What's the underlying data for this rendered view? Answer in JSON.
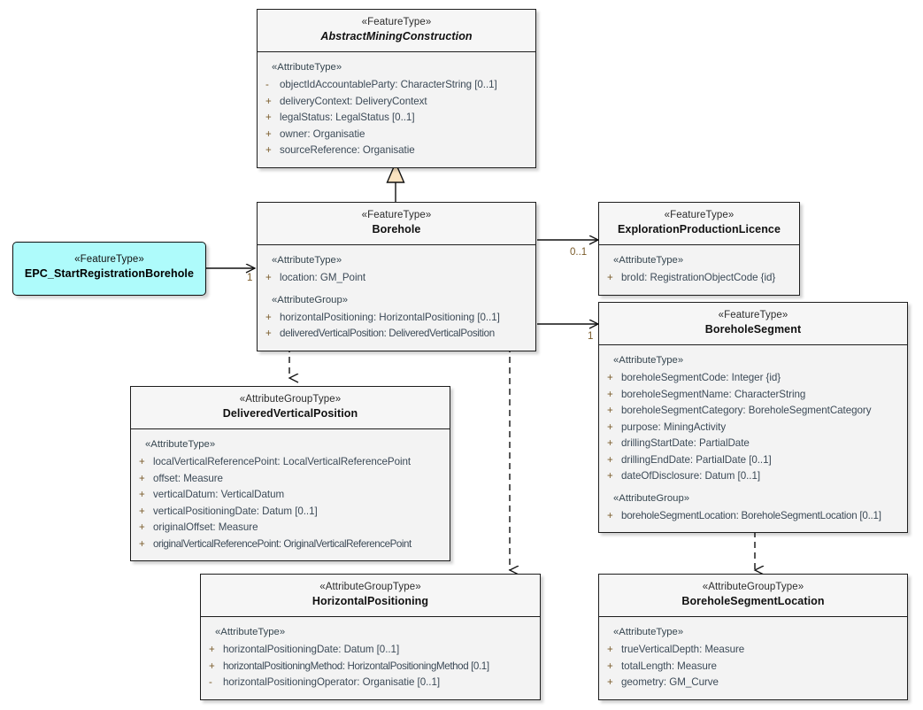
{
  "diagram": {
    "type": "uml-class-diagram",
    "title": "Borehole UML class diagram"
  },
  "classes": {
    "abstract_mining_construction": {
      "stereotype": "«FeatureType»",
      "name": "AbstractMiningConstruction",
      "sections": [
        {
          "group": "«AttributeType»",
          "attributes": [
            {
              "visibility": "-",
              "text": "objectIdAccountableParty: CharacterString [0..1]"
            },
            {
              "visibility": "+",
              "text": "deliveryContext: DeliveryContext"
            },
            {
              "visibility": "+",
              "text": "legalStatus: LegalStatus [0..1]"
            },
            {
              "visibility": "+",
              "text": "owner: Organisatie"
            },
            {
              "visibility": "+",
              "text": "sourceReference: Organisatie"
            }
          ]
        }
      ]
    },
    "borehole": {
      "stereotype": "«FeatureType»",
      "name": "Borehole",
      "sections": [
        {
          "group": "«AttributeType»",
          "attributes": [
            {
              "visibility": "+",
              "text": "location: GM_Point"
            }
          ]
        },
        {
          "group": "«AttributeGroup»",
          "attributes": [
            {
              "visibility": "+",
              "text": "horizontalPositioning: HorizontalPositioning [0..1]"
            },
            {
              "visibility": "+",
              "text": "deliveredVerticalPosition: DeliveredVerticalPosition"
            }
          ]
        }
      ]
    },
    "epc_start_registration_borehole": {
      "stereotype": "«FeatureType»",
      "name": "EPC_StartRegistrationBorehole",
      "fill": "#aefbfb"
    },
    "exploration_production_licence": {
      "stereotype": "«FeatureType»",
      "name": "ExplorationProductionLicence",
      "sections": [
        {
          "group": "«AttributeType»",
          "attributes": [
            {
              "visibility": "+",
              "text": "broId: RegistrationObjectCode {id}"
            }
          ]
        }
      ]
    },
    "borehole_segment": {
      "stereotype": "«FeatureType»",
      "name": "BoreholeSegment",
      "sections": [
        {
          "group": "«AttributeType»",
          "attributes": [
            {
              "visibility": "+",
              "text": "boreholeSegmentCode: Integer {id}"
            },
            {
              "visibility": "+",
              "text": "boreholeSegmentName: CharacterString"
            },
            {
              "visibility": "+",
              "text": "boreholeSegmentCategory: BoreholeSegmentCategory"
            },
            {
              "visibility": "+",
              "text": "purpose: MiningActivity"
            },
            {
              "visibility": "+",
              "text": "drillingStartDate: PartialDate"
            },
            {
              "visibility": "+",
              "text": "drillingEndDate: PartialDate [0..1]"
            },
            {
              "visibility": "+",
              "text": "dateOfDisclosure: Datum [0..1]"
            }
          ]
        },
        {
          "group": "«AttributeGroup»",
          "attributes": [
            {
              "visibility": "+",
              "text": "boreholeSegmentLocation: BoreholeSegmentLocation [0..1]"
            }
          ]
        }
      ]
    },
    "delivered_vertical_position": {
      "stereotype": "«AttributeGroupType»",
      "name": "DeliveredVerticalPosition",
      "sections": [
        {
          "group": "«AttributeType»",
          "attributes": [
            {
              "visibility": "+",
              "text": "localVerticalReferencePoint: LocalVerticalReferencePoint"
            },
            {
              "visibility": "+",
              "text": "offset: Measure"
            },
            {
              "visibility": "+",
              "text": "verticalDatum: VerticalDatum"
            },
            {
              "visibility": "+",
              "text": "verticalPositioningDate: Datum [0..1]"
            },
            {
              "visibility": "+",
              "text": "originalOffset: Measure"
            },
            {
              "visibility": "+",
              "text": "originalVerticalReferencePoint: OriginalVerticalReferencePoint"
            }
          ]
        }
      ]
    },
    "horizontal_positioning": {
      "stereotype": "«AttributeGroupType»",
      "name": "HorizontalPositioning",
      "sections": [
        {
          "group": "«AttributeType»",
          "attributes": [
            {
              "visibility": "+",
              "text": "horizontalPositioningDate: Datum [0..1]"
            },
            {
              "visibility": "+",
              "text": "horizontalPositioningMethod: HorizontalPositioningMethod [0.1]"
            },
            {
              "visibility": "-",
              "text": "horizontalPositioningOperator: Organisatie [0..1]"
            }
          ]
        }
      ]
    },
    "borehole_segment_location": {
      "stereotype": "«AttributeGroupType»",
      "name": "BoreholeSegmentLocation",
      "sections": [
        {
          "group": "«AttributeType»",
          "attributes": [
            {
              "visibility": "+",
              "text": "trueVerticalDepth: Measure"
            },
            {
              "visibility": "+",
              "text": "totalLength: Measure"
            },
            {
              "visibility": "+",
              "text": "geometry: GM_Curve"
            }
          ]
        }
      ]
    }
  },
  "connectors": {
    "generalization_borehole_to_amc": {
      "kind": "generalization"
    },
    "assoc_epc_to_borehole": {
      "kind": "association",
      "target_multiplicity": "1"
    },
    "assoc_borehole_to_licence": {
      "kind": "association",
      "source_multiplicity": "0..1"
    },
    "assoc_borehole_to_segment": {
      "kind": "association",
      "source_multiplicity": "1"
    },
    "dep_borehole_to_dvp": {
      "kind": "dependency"
    },
    "dep_borehole_to_hp": {
      "kind": "dependency"
    },
    "dep_segment_to_bsl": {
      "kind": "dependency"
    }
  },
  "multiplicity_labels": {
    "epc_to_borehole": "1",
    "borehole_to_licence": "0..1",
    "borehole_to_segment": "1"
  },
  "colors": {
    "class_border": "#1d1d1d",
    "class_body": "#f3f3f3",
    "class_header": "#f6f6f6",
    "attribute_text": "#3c4a57",
    "visibility_text": "#7a5b2a",
    "highlight_fill": "#aefbfb",
    "generalization_triangle": "#fae2c0"
  }
}
